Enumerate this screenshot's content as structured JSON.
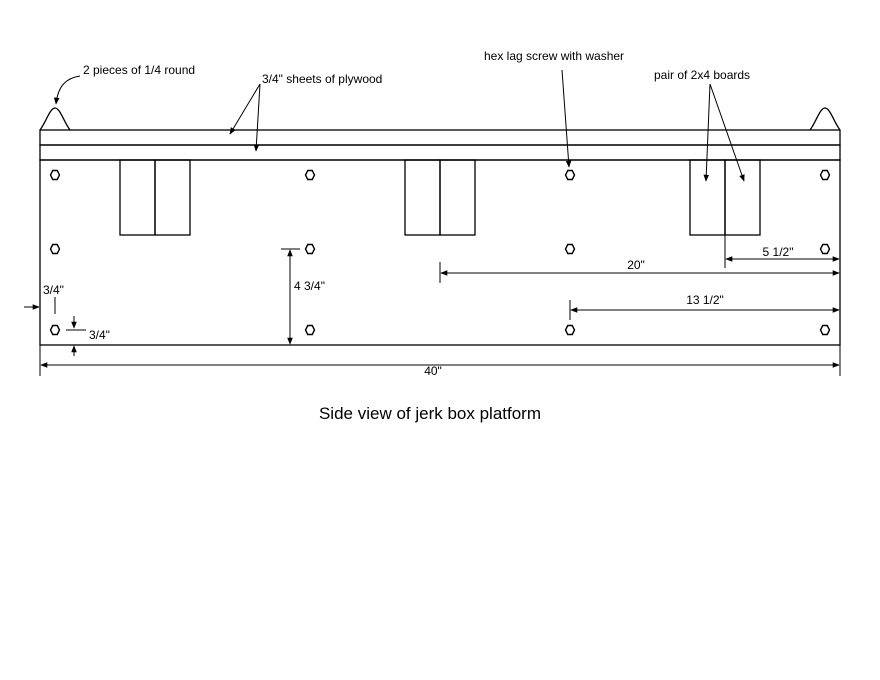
{
  "diagram": {
    "title": "Side view of jerk box platform",
    "callouts": {
      "quarter_round": "2 pieces of 1/4 round",
      "plywood": "3/4\" sheets of plywood",
      "lag_screw": "hex lag screw with washer",
      "boards": "pair of 2x4 boards"
    },
    "dimensions": {
      "overall_width": "40\"",
      "screw_spacing_large": "20\"",
      "screw_spacing_mid": "13 1/2\"",
      "board_offset": "5 1/2\"",
      "screw_row_height": "4 3/4\"",
      "edge_offset_side": "3/4\"",
      "edge_offset_bottom": "3/4\""
    }
  }
}
